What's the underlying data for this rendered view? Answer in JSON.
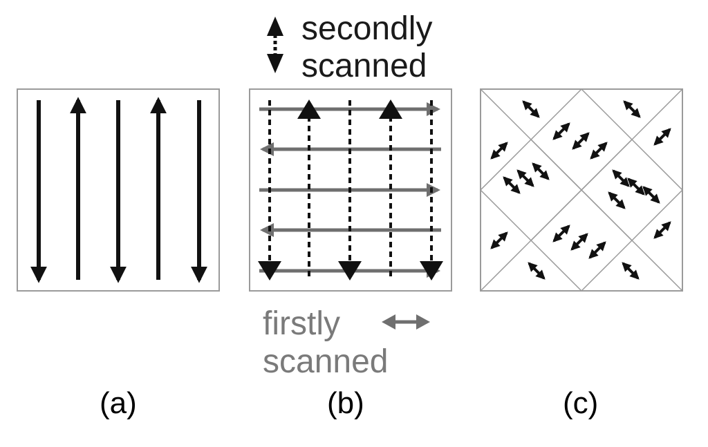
{
  "legend": {
    "second_line1": "secondly",
    "second_line2": "scanned",
    "first_line1": "firstly",
    "first_line2": "scanned"
  },
  "captions": {
    "a": "(a)",
    "b": "(b)",
    "c": "(c)"
  },
  "colors": {
    "dark_arrow": "#111111",
    "gray_arrow": "#6f6f6f",
    "frame": "#9a9a9a",
    "first_text": "#7a7a7a"
  }
}
